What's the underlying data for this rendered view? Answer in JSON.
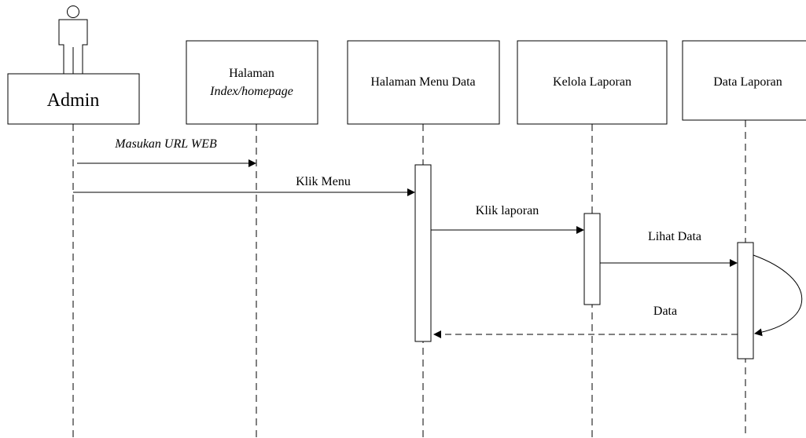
{
  "actor": {
    "name": "Admin",
    "icon": "person-icon"
  },
  "lifelines": [
    {
      "id": "homepage",
      "line1": "Halaman",
      "line2": "Index/homepage"
    },
    {
      "id": "menu-data",
      "label": "Halaman Menu Data"
    },
    {
      "id": "kelola-laporan",
      "label": "Kelola Laporan"
    },
    {
      "id": "data-laporan",
      "label": "Data Laporan"
    }
  ],
  "messages": [
    {
      "id": "masukan-url",
      "label": "Masukan URL WEB",
      "from": "Admin",
      "to": "Halaman Index/homepage",
      "style": "solid"
    },
    {
      "id": "klik-menu",
      "label": "Klik Menu",
      "from": "Admin",
      "to": "Halaman Menu Data",
      "style": "solid"
    },
    {
      "id": "klik-laporan",
      "label": "Klik laporan",
      "from": "Halaman Menu Data",
      "to": "Kelola Laporan",
      "style": "solid"
    },
    {
      "id": "lihat-data",
      "label": "Lihat Data",
      "from": "Kelola Laporan",
      "to": "Data Laporan",
      "style": "solid"
    },
    {
      "id": "data-return",
      "label": "Data",
      "from": "Data Laporan",
      "to": "Halaman Menu Data",
      "style": "dashed"
    }
  ],
  "colors": {
    "stroke": "#000000",
    "background": "#ffffff"
  }
}
